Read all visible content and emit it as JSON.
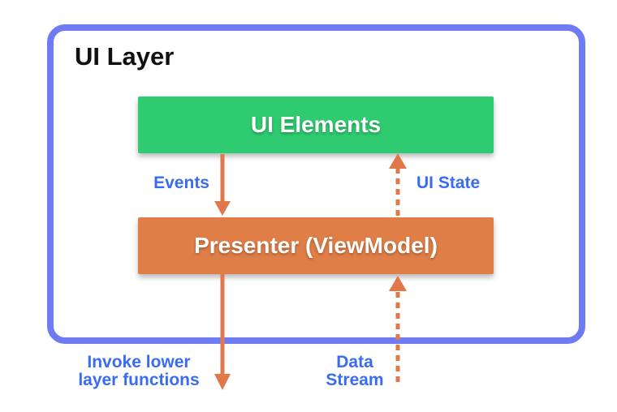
{
  "ui_layer": {
    "title": "UI Layer"
  },
  "boxes": {
    "ui_elements": "UI Elements",
    "presenter": "Presenter (ViewModel)"
  },
  "arrow_labels": {
    "events": "Events",
    "ui_state": "UI State",
    "invoke_line1": "Invoke lower",
    "invoke_line2": "layer functions",
    "data_stream_line1": "Data",
    "data_stream_line2": "Stream"
  },
  "arrows": [
    {
      "label": "Events",
      "style": "solid",
      "direction": "down",
      "from": "UI Elements",
      "to": "Presenter (ViewModel)"
    },
    {
      "label": "UI State",
      "style": "dashed",
      "direction": "up",
      "from": "Presenter (ViewModel)",
      "to": "UI Elements"
    },
    {
      "label": "Invoke lower layer functions",
      "style": "solid",
      "direction": "down",
      "from": "Presenter (ViewModel)",
      "to": "outside UI Layer"
    },
    {
      "label": "Data Stream",
      "style": "dashed",
      "direction": "up",
      "from": "outside UI Layer",
      "to": "Presenter (ViewModel)"
    }
  ],
  "colors": {
    "border-blue": "#6E7BF2",
    "box-green": "#2FCB70",
    "box-orange": "#E07E47",
    "arrow-orange": "#E0784A",
    "label-blue": "#3A6CF3",
    "title-black": "#111111",
    "background": "#FFFFFF"
  }
}
